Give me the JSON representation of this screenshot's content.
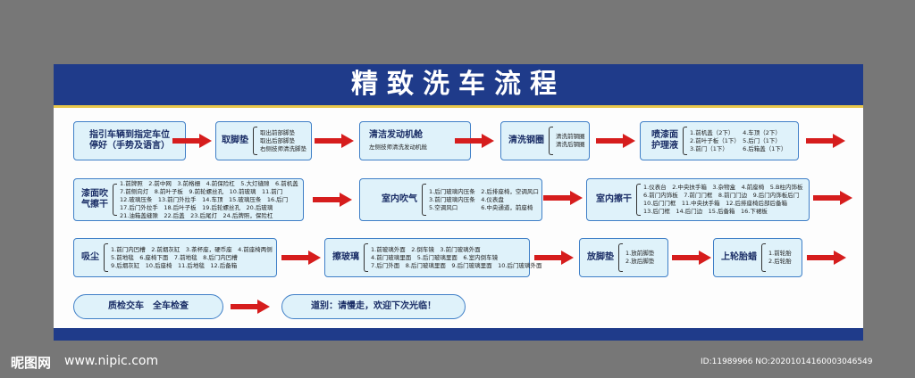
{
  "title": "精致洗车流程",
  "arrow_color": "#d61d1d",
  "banner_color": "#1f3b8a",
  "steps": [
    {
      "label": "指引车辆到指定车位\n停好（手势及语言）",
      "items": []
    },
    {
      "label": "取脚垫",
      "items": [
        "取出前部脚垫",
        "取出后部脚垫",
        "右侧技师清洗脚垫"
      ]
    },
    {
      "label": "清洁发动机舱",
      "items": [
        "左侧技师清洗发动机舱"
      ]
    },
    {
      "label": "清洗钢圈",
      "items": [
        "清洗前钢圈",
        "清洗后钢圈"
      ]
    },
    {
      "label": "喷漆面\n护理液",
      "items": [
        "1.前机盖（2下）　　4.车顶（2下）",
        "2.前叶子板（1下）　5.后门（1下）",
        "3.前门（1下）　　　6.后箱盖（1下）"
      ]
    },
    {
      "label": "漆面吹\n气擦干",
      "items": [
        "1.前牌照　2.前中网　3.前格栅　4.前保险杠　5.大灯缝隙　6.前机盖",
        "7.前侧向灯　8.前叶子板　9.前轮螺丝孔　10.前玻璃　11.前门",
        "12.玻璃压条　13.前门外拉手　14.车顶　15.玻璃压条　16.后门",
        "17.后门外拉手　18.后叶子板　19.后轮螺丝孔　20.后玻璃",
        "21.油箱盖缝隙　22.后盖　23.后尾灯　24.后牌照，保险杠"
      ]
    },
    {
      "label": "室内吹气",
      "items": [
        "1.后门玻璃内压条　2.后排座椅，空调风口",
        "3.前门玻璃内压条　4.仪表盘",
        "5.空调风口　　　　6.中央通道，前座椅"
      ]
    },
    {
      "label": "室内擦干",
      "items": [
        "1.仪表台　2.中央扶手箱　3.杂物盒　4.前座椅　5.B柱内饰板",
        "6.前门内饰板　7.前门门框　8.前门门边　9.后门内饰板后门",
        "10.后门门框　11.中央扶手箱　12.后排座椅后部后备箱",
        "13.后门框　14.后门边　15.后备箱　16.下裙板"
      ]
    },
    {
      "label": "吸尘",
      "items": [
        "1.前门内凹槽　2.前烟灰缸　3.茶杯座，硬币座　4.前座椅两侧",
        "5.前地毯　6.座椅下面　7.前地毯　8.后门内凹槽",
        "9.后烟灰缸　10.后座椅　11.后地毯　12.后备箱"
      ]
    },
    {
      "label": "擦玻璃",
      "items": [
        "1.前玻璃外面　2.倒车镜　3.前门玻璃外面",
        "4.前门玻璃里面　5.后门玻璃里面　6.室内倒车镜",
        "7.后门外面　8.后门玻璃里面　9.后门玻璃里面　10.后门玻璃外面"
      ]
    },
    {
      "label": "放脚垫",
      "items": [
        "1.放前脚垫",
        "2.放后脚垫"
      ]
    },
    {
      "label": "上轮胎蜡",
      "items": [
        "1.前轮胎",
        "2.后轮胎"
      ]
    },
    {
      "label": "质检交车　全车检查",
      "items": []
    },
    {
      "label": "道别：请慢走，欢迎下次光临！",
      "items": []
    }
  ],
  "watermark": {
    "logo_text": "昵图网",
    "url": "www.nipic.com",
    "id_text": "ID:11989966 NO:20201014160003046549"
  }
}
